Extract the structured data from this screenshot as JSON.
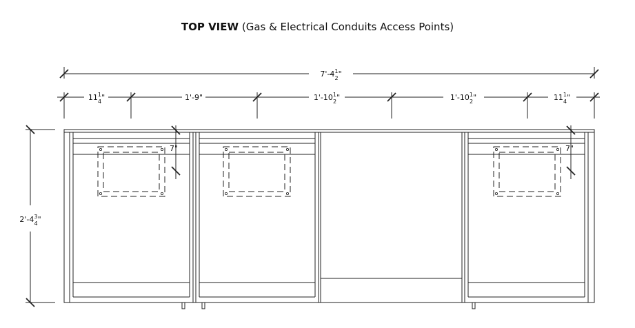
{
  "title": {
    "main": "TOP VIEW",
    "sub": "(Gas & Electrical Conduits Access Points)"
  },
  "dimensions": {
    "overall_width": {
      "whole": "7'-4",
      "num": "1",
      "den": "2",
      "unit": "\""
    },
    "seg1": {
      "whole": "11",
      "num": "1",
      "den": "4",
      "unit": "\""
    },
    "seg2": {
      "text": "1'-9\""
    },
    "seg3": {
      "whole": "1'-10",
      "num": "1",
      "den": "2",
      "unit": "\""
    },
    "seg4": {
      "whole": "1'-10",
      "num": "1",
      "den": "2",
      "unit": "\""
    },
    "seg5": {
      "whole": "11",
      "num": "1",
      "den": "4",
      "unit": "\""
    },
    "depth": {
      "whole": "2'-4",
      "num": "3",
      "den": "4",
      "unit": "\""
    },
    "access_left": "7\"",
    "access_right": "7\""
  }
}
